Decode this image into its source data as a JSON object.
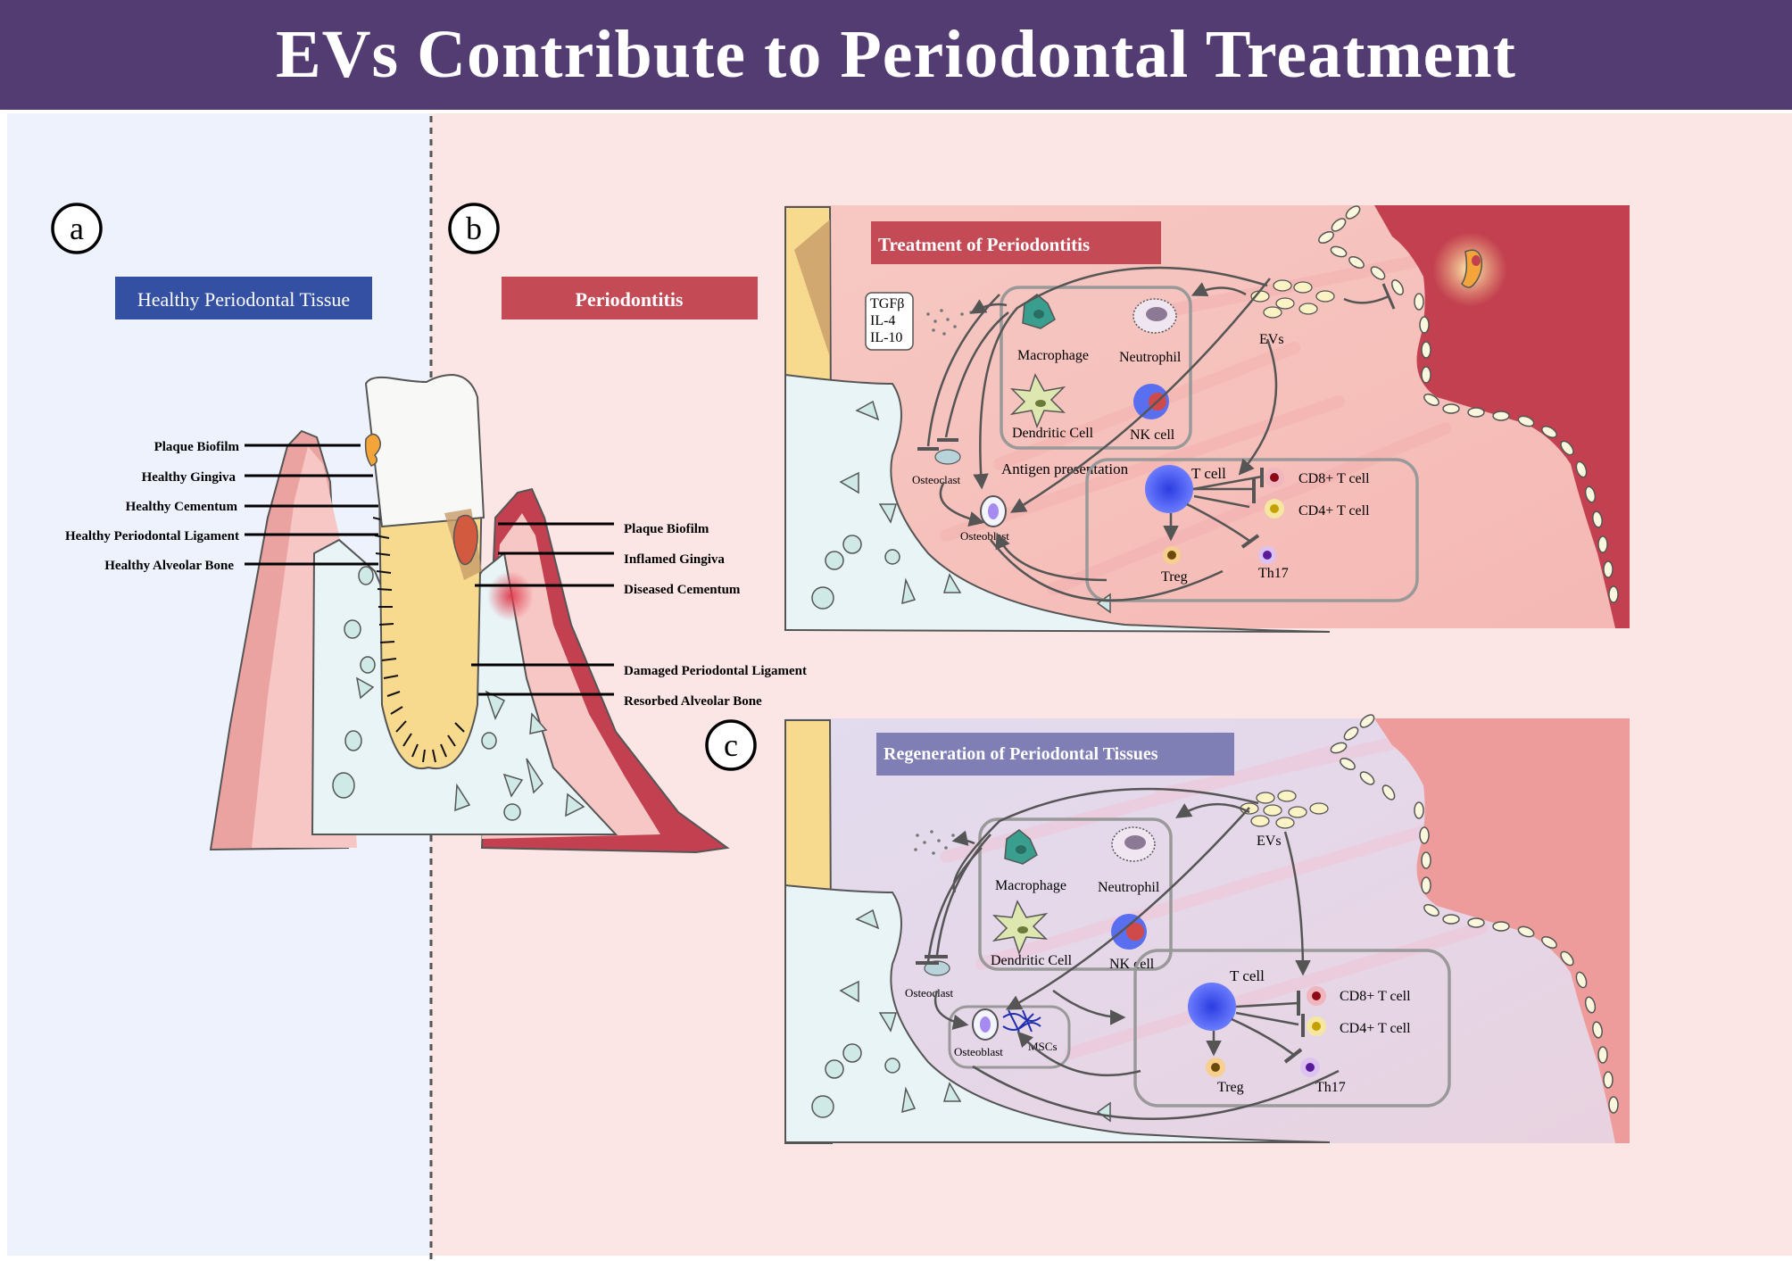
{
  "title": "EVs Contribute to Periodontal Treatment",
  "panels": {
    "a": {
      "letter": "a",
      "heading": "Healthy Periodontal Tissue"
    },
    "b": {
      "letter": "b",
      "heading": "Periodontitis"
    },
    "c": {
      "letter": "c"
    }
  },
  "healthy_labels": [
    "Plaque Biofilm",
    "Healthy Gingiva",
    "Healthy Cementum",
    "Healthy Periodontal Ligament",
    "Healthy Alveolar Bone"
  ],
  "disease_labels": [
    "Plaque Biofilm",
    "Inflamed Gingiva",
    "Diseased Cementum",
    "Damaged Periodontal Ligament",
    "Resorbed Alveolar Bone"
  ],
  "treatment": {
    "title": "Treatment of Periodontitis",
    "cytokines": [
      "TGFβ",
      "IL-4",
      "IL-10"
    ],
    "macrophage": "Macrophage",
    "neutrophil": "Neutrophil",
    "dendritic": "Dendritic Cell",
    "nk": "NK cell",
    "evs": "EVs",
    "antigen": "Antigen presentation",
    "tcell": "T cell",
    "cd8": "CD8+ T cell",
    "cd4": "CD4+ T cell",
    "treg": "Treg",
    "th17": "Th17",
    "osteoclast": "Osteoclast",
    "osteoblast": "Osteoblast"
  },
  "regeneration": {
    "title": "Regeneration of Periodontal Tissues",
    "macrophage": "Macrophage",
    "neutrophil": "Neutrophil",
    "dendritic": "Dendritic Cell",
    "nk": "NK cell",
    "evs": "EVs",
    "tcell": "T cell",
    "cd8": "CD8+ T cell",
    "cd4": "CD4+ T cell",
    "treg": "Treg",
    "th17": "Th17",
    "osteoclast": "Osteoclast",
    "osteoblast": "Osteoblast",
    "mscs": "MSCs"
  },
  "colors": {
    "header": "#523c72",
    "healthy_bg": "#edf2fc",
    "disease_bg": "#fce5e5",
    "healthy_tag": "#3350a3",
    "disease_tag": "#c44a55",
    "treatment_tag": "#c44a55",
    "regeneration_tag": "#7f7fb5",
    "gum_red": "#c2404f",
    "bone": "#e8f4f6",
    "dentin": "#f7da8e"
  }
}
